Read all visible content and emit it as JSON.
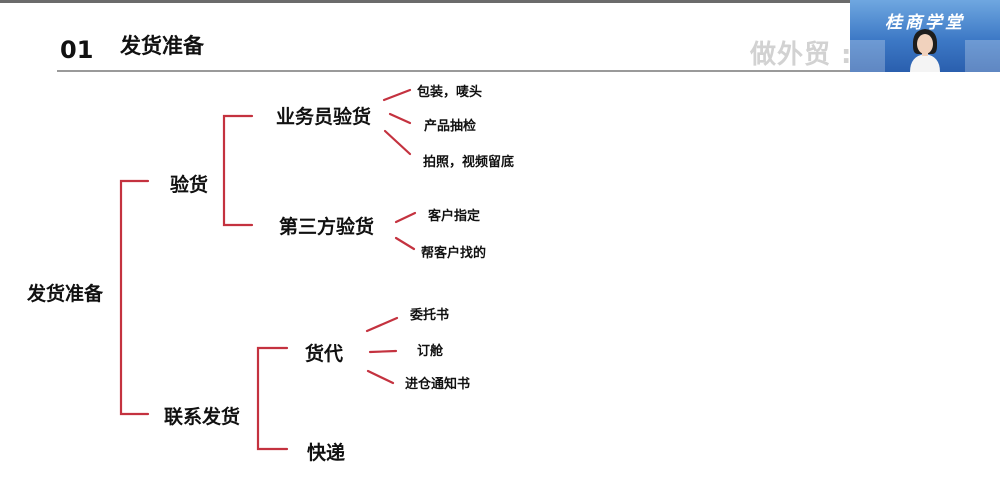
{
  "header": {
    "number": "01",
    "title": "发货准备",
    "brand_watermark": "做外贸 :"
  },
  "video_overlay": {
    "title": "桂商学堂",
    "icon": "presenter-avatar-icon"
  },
  "colors": {
    "connector": "#c4323f",
    "text": "#111111",
    "overlay_bg": "#3d79c6"
  },
  "mindmap": {
    "root": "发货准备",
    "branches": [
      {
        "label": "验货",
        "children": [
          {
            "label": "业务员验货",
            "leaves": [
              "包装，唛头",
              "产品抽检",
              "拍照，视频留底"
            ]
          },
          {
            "label": "第三方验货",
            "leaves": [
              "客户指定",
              "帮客户找的"
            ]
          }
        ]
      },
      {
        "label": "联系发货",
        "children": [
          {
            "label": "货代",
            "leaves": [
              "委托书",
              "订舱",
              "进仓通知书"
            ]
          },
          {
            "label": "快递",
            "leaves": []
          }
        ]
      }
    ]
  }
}
